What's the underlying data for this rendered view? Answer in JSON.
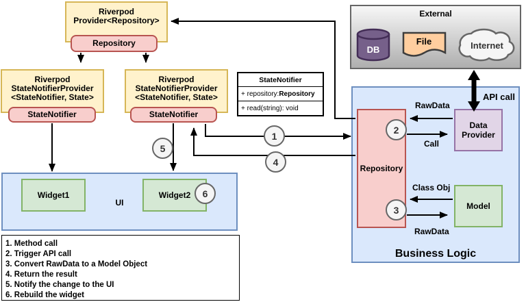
{
  "provider_box": {
    "line1": "Riverpod",
    "line2": "Provider<Repository>",
    "instance": "Repository"
  },
  "snp_left": {
    "line1": "Riverpod",
    "line2": "StateNotifierProvider",
    "line3": "<StateNotifier, State>",
    "instance": "StateNotifier"
  },
  "snp_right": {
    "line1": "Riverpod",
    "line2": "StateNotifierProvider",
    "line3": "<StateNotifier, State>",
    "instance": "StateNotifier"
  },
  "uml_class": {
    "title": "StateNotifier",
    "attribute_plain": "+ repository: ",
    "attribute_bold": "Repository",
    "method": "+ read(string): void"
  },
  "external": {
    "title": "External",
    "db_label": "DB",
    "file_label": "File",
    "internet_label": "Internet"
  },
  "business_logic": {
    "title": "Business Logic",
    "repository_label": "Repository",
    "data_provider_line1": "Data",
    "data_provider_line2": "Provider",
    "model_label": "Model",
    "api_call_label": "API call",
    "rawdata_top_label": "RawData",
    "call_label": "Call",
    "class_obj_label": "Class Obj",
    "rawdata_bottom_label": "RawData"
  },
  "ui": {
    "title": "UI",
    "widget1_label": "Widget1",
    "widget2_label": "Widget2"
  },
  "step_badges": [
    "1",
    "2",
    "3",
    "4",
    "5",
    "6"
  ],
  "legend": {
    "lines": [
      "1. Method call",
      "2. Trigger API call",
      "3. Convert RawData to a Model Object",
      "4. Return the result",
      "5. Notify the change to the UI",
      "6. Rebuild the widget"
    ]
  },
  "colors": {
    "yellow_fill": "#fff2cc",
    "yellow_stroke": "#d6b656",
    "pink_fill": "#f8cecc",
    "pink_stroke": "#b85450",
    "blue_fill": "#dae8fc",
    "blue_stroke": "#6c8ebf",
    "green_fill": "#d5e8d4",
    "green_stroke": "#82b366",
    "purple_fill": "#e1d5e7",
    "purple_stroke": "#9673a6",
    "gray_stroke": "#666666",
    "db_fill": "#76608a",
    "db_stroke": "#432d56",
    "file_fill": "#ffce9f",
    "cloud_fill": "#f5f5f5",
    "connector": "#000000",
    "badge_fill": "#f5f5f5",
    "badge_text": "#333333"
  }
}
